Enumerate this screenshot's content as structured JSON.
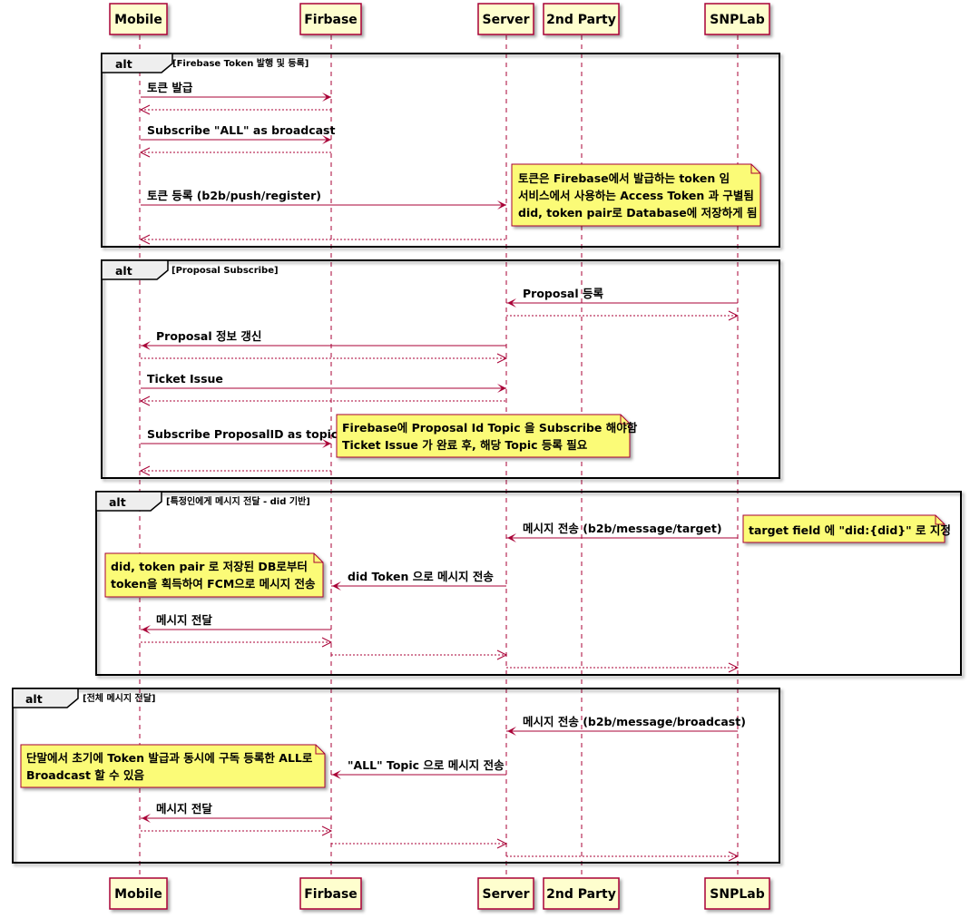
{
  "participants": [
    "Mobile",
    "Firbase",
    "Server",
    "2nd Party",
    "SNPLab"
  ],
  "groups": [
    {
      "label": "alt",
      "guard": "[Firebase Token 발행 및 등록]",
      "messages": [
        {
          "from": "Mobile",
          "to": "Firbase",
          "text": "토큰 발급",
          "style": "solid"
        },
        {
          "from": "Firbase",
          "to": "Mobile",
          "text": "",
          "style": "dashed"
        },
        {
          "from": "Mobile",
          "to": "Firbase",
          "text": "Subscribe \"ALL\" as broadcast",
          "style": "solid"
        },
        {
          "from": "Firbase",
          "to": "Mobile",
          "text": "",
          "style": "dashed"
        },
        {
          "from": "Mobile",
          "to": "Server",
          "text": "토큰 등록 (b2b/push/register)",
          "style": "solid"
        },
        {
          "from": "Server",
          "to": "Mobile",
          "text": "",
          "style": "dashed"
        }
      ],
      "notes": [
        {
          "lines": [
            "토큰은 Firebase에서 발급하는 token 임",
            "서비스에서 사용하는 Access Token 과 구별됨",
            "did, token pair로 Database에 저장하게 됨"
          ]
        }
      ]
    },
    {
      "label": "alt",
      "guard": "[Proposal Subscribe]",
      "messages": [
        {
          "from": "SNPLab",
          "to": "Server",
          "text": "Proposal 등록",
          "style": "solid"
        },
        {
          "from": "Server",
          "to": "SNPLab",
          "text": "",
          "style": "dashed"
        },
        {
          "from": "Server",
          "to": "Mobile",
          "text": "Proposal 정보 갱신",
          "style": "solid"
        },
        {
          "from": "Mobile",
          "to": "Server",
          "text": "",
          "style": "dashed"
        },
        {
          "from": "Mobile",
          "to": "Server",
          "text": "Ticket Issue",
          "style": "solid"
        },
        {
          "from": "Server",
          "to": "Mobile",
          "text": "",
          "style": "dashed"
        },
        {
          "from": "Mobile",
          "to": "Firbase",
          "text": "Subscribe ProposalID as topic",
          "style": "solid"
        },
        {
          "from": "Firbase",
          "to": "Mobile",
          "text": "",
          "style": "dashed"
        }
      ],
      "notes": [
        {
          "lines": [
            "Firebase에 Proposal Id Topic 을 Subscribe 해야함",
            "Ticket Issue 가 완료 후, 해당 Topic 등록 필요"
          ]
        }
      ]
    },
    {
      "label": "alt",
      "guard": "[특정인에게 메시지 전달 - did 기반]",
      "messages": [
        {
          "from": "SNPLab",
          "to": "Server",
          "text": "메시지 전송 (b2b/message/target)",
          "style": "solid"
        },
        {
          "from": "Server",
          "to": "Firbase",
          "text": "did Token 으로 메시지 전송",
          "style": "solid"
        },
        {
          "from": "Firbase",
          "to": "Mobile",
          "text": "메시지 전달",
          "style": "solid"
        },
        {
          "from": "Mobile",
          "to": "Firbase",
          "text": "",
          "style": "dashed"
        },
        {
          "from": "Firbase",
          "to": "Server",
          "text": "",
          "style": "dashed"
        },
        {
          "from": "Server",
          "to": "SNPLab",
          "text": "",
          "style": "dashed"
        }
      ],
      "notes": [
        {
          "lines": [
            "target field 에 \"did:{did}\" 로 지정"
          ]
        },
        {
          "lines": [
            "did, token pair 로 저장된 DB로부터",
            "token을 획득하여 FCM으로 메시지 전송"
          ]
        }
      ]
    },
    {
      "label": "alt",
      "guard": "[전체 메시지 전달]",
      "messages": [
        {
          "from": "SNPLab",
          "to": "Server",
          "text": "메시지 전송 (b2b/message/broadcast)",
          "style": "solid"
        },
        {
          "from": "Server",
          "to": "Firbase",
          "text": "\"ALL\" Topic 으로 메시지 전송",
          "style": "solid"
        },
        {
          "from": "Firbase",
          "to": "Mobile",
          "text": "메시지 전달",
          "style": "solid"
        },
        {
          "from": "Mobile",
          "to": "Firbase",
          "text": "",
          "style": "dashed"
        },
        {
          "from": "Firbase",
          "to": "Server",
          "text": "",
          "style": "dashed"
        },
        {
          "from": "Server",
          "to": "SNPLab",
          "text": "",
          "style": "dashed"
        }
      ],
      "notes": [
        {
          "lines": [
            "단말에서 초기에 Token 발급과 동시에 구독 등록한 ALL로",
            "Broadcast 할 수 있음"
          ]
        }
      ]
    }
  ],
  "colors": {
    "arrow": "#a80036",
    "participant_fill": "#fefece",
    "participant_border": "#a80036",
    "note_fill": "#fbfb77",
    "note_border": "#a80036",
    "frame": "#000000",
    "tab_fill": "#eeeeee"
  }
}
